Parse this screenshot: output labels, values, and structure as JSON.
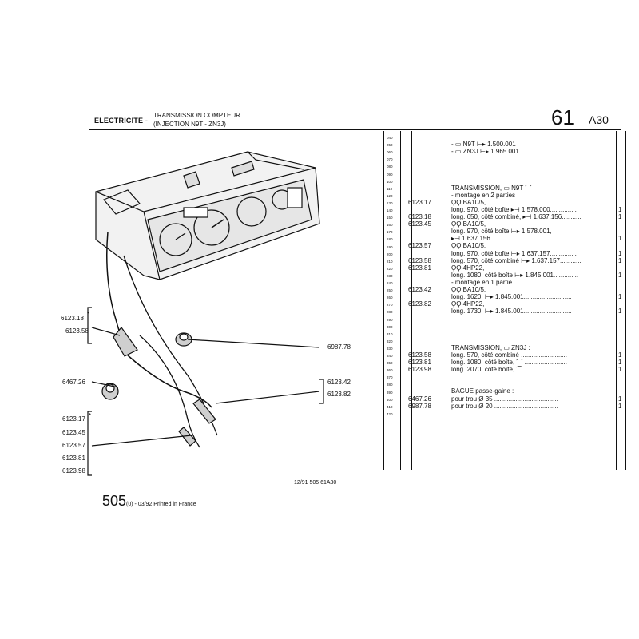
{
  "header": {
    "section": "ELECTRICITE -",
    "title_line1": "TRANSMISSION COMPTEUR",
    "title_line2": "(INJECTION N9T - ZN3J)",
    "page_number": "61",
    "page_code": "A30"
  },
  "row_numbers": [
    "040",
    "050",
    "060",
    "070",
    "080",
    "090",
    "100",
    "110",
    "120",
    "130",
    "140",
    "150",
    "160",
    "170",
    "180",
    "190",
    "200",
    "210",
    "220",
    "230",
    "240",
    "250",
    "260",
    "270",
    "280",
    "290",
    "300",
    "310",
    "320",
    "330",
    "340",
    "350",
    "360",
    "370",
    "380",
    "390",
    "400",
    "410",
    "420"
  ],
  "parts_rows": [
    {
      "ref": "",
      "desc": "- ▭ N9T ⊢▸ 1.500.001",
      "qty": ""
    },
    {
      "ref": "",
      "desc": "- ▭ ZN3J ⊢▸ 1.965.001",
      "qty": ""
    },
    {
      "ref": "",
      "desc": "",
      "qty": ""
    },
    {
      "ref": "",
      "desc": "",
      "qty": ""
    },
    {
      "ref": "",
      "desc": "",
      "qty": ""
    },
    {
      "ref": "",
      "desc": "",
      "qty": ""
    },
    {
      "ref": "",
      "desc": "TRANSMISSION, ▭ N9T ⌒ :",
      "qty": ""
    },
    {
      "ref": "",
      "desc": "- montage en 2 parties",
      "qty": ""
    },
    {
      "ref": "6123.17",
      "desc": "ϘϘ BA10/5,",
      "qty": ""
    },
    {
      "ref": "",
      "desc": "long. 970, côté boîte ▸⊣ 1.578.000...............",
      "qty": "1"
    },
    {
      "ref": "6123.18",
      "desc": "long. 650, côté combiné, ▸⊣ 1.637.156...........",
      "qty": "1"
    },
    {
      "ref": "6123.45",
      "desc": "ϘϘ BA10/5,",
      "qty": ""
    },
    {
      "ref": "",
      "desc": "long. 970, côté boîte ⊢▸ 1.578.001,",
      "qty": ""
    },
    {
      "ref": "",
      "desc": "▸⊣ 1.637.156.......................................",
      "qty": "1"
    },
    {
      "ref": "6123.57",
      "desc": "ϘϘ BA10/5,",
      "qty": ""
    },
    {
      "ref": "",
      "desc": "long. 970, côté boîte ⊢▸ 1.637.157...............",
      "qty": "1"
    },
    {
      "ref": "6123.58",
      "desc": "long. 570, côté combiné ⊢▸ 1.637.157............",
      "qty": "1"
    },
    {
      "ref": "6123.81",
      "desc": "ϘϘ 4HP22,",
      "qty": ""
    },
    {
      "ref": "",
      "desc": "long. 1080, côté boîte ⊢▸ 1.845.001..............",
      "qty": "1"
    },
    {
      "ref": "",
      "desc": "- montage en 1 partie",
      "qty": ""
    },
    {
      "ref": "6123.42",
      "desc": "ϘϘ BA10/5,",
      "qty": ""
    },
    {
      "ref": "",
      "desc": "long. 1620, ⊢▸ 1.845.001...........................",
      "qty": "1"
    },
    {
      "ref": "6123.82",
      "desc": "ϘϘ 4HP22,",
      "qty": ""
    },
    {
      "ref": "",
      "desc": "long. 1730, ⊢▸ 1.845.001...........................",
      "qty": "1"
    },
    {
      "ref": "",
      "desc": "",
      "qty": ""
    },
    {
      "ref": "",
      "desc": "",
      "qty": ""
    },
    {
      "ref": "",
      "desc": "",
      "qty": ""
    },
    {
      "ref": "",
      "desc": "",
      "qty": ""
    },
    {
      "ref": "",
      "desc": "TRANSMISSION, ▭ ZN3J :",
      "qty": ""
    },
    {
      "ref": "6123.58",
      "desc": "long.  570, côté combiné ..........................",
      "qty": "1"
    },
    {
      "ref": "6123.81",
      "desc": "long. 1080, côté boîte, ⌒ ........................",
      "qty": "1"
    },
    {
      "ref": "6123.98",
      "desc": "long. 2070, côté boîte, ⌒ ........................",
      "qty": "1"
    },
    {
      "ref": "",
      "desc": "",
      "qty": ""
    },
    {
      "ref": "",
      "desc": "",
      "qty": ""
    },
    {
      "ref": "",
      "desc": "BAGUE passe-gaine :",
      "qty": ""
    },
    {
      "ref": "6467.26",
      "desc": "pour trou  Ø  35  ....................................",
      "qty": "1"
    },
    {
      "ref": "6987.78",
      "desc": "pour trou  Ø  20  ....................................",
      "qty": "1"
    }
  ],
  "callouts": {
    "left_top": [
      "6123.18",
      "6123.58"
    ],
    "left_mid": "6467.26",
    "left_bottom": [
      "6123.17",
      "6123.45",
      "6123.57",
      "6123.81",
      "6123.98"
    ],
    "right_top": "6987.78",
    "right_mid": [
      "6123.42",
      "6123.82"
    ],
    "star": "*"
  },
  "footer": {
    "code": "12/91  505  61A30",
    "big": "505",
    "rest": "(0) - 03/92 Printed in France"
  }
}
